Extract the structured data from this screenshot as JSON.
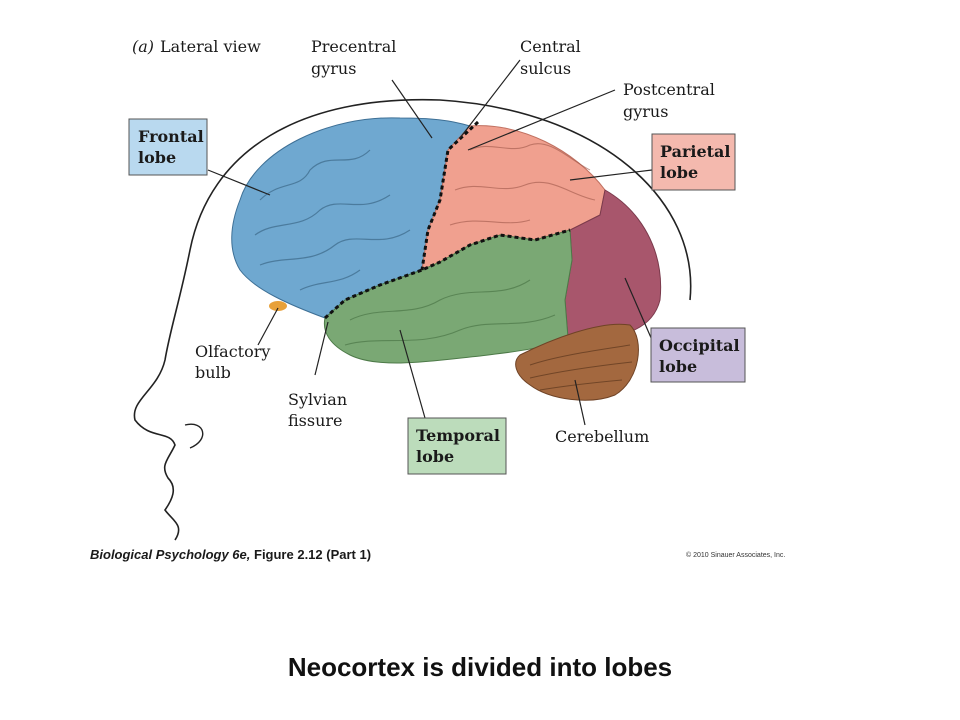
{
  "figure": {
    "panel_label": "(a)",
    "view_label": "Lateral view",
    "credit_italic": "Biological Psychology 6e,",
    "credit_plain": " Figure 2.12 (Part 1)",
    "copyright": "© 2010 Sinauer Associates, Inc."
  },
  "labels": {
    "precentral": [
      "Precentral",
      "gyrus"
    ],
    "central": [
      "Central",
      "sulcus"
    ],
    "postcentral": [
      "Postcentral",
      "gyrus"
    ],
    "olfactory": [
      "Olfactory",
      "bulb"
    ],
    "sylvian": [
      "Sylvian",
      "fissure"
    ],
    "cerebellum": "Cerebellum"
  },
  "lobes": {
    "frontal": {
      "lines": [
        "Frontal",
        "lobe"
      ],
      "color": "#b9d9ef",
      "fill": "#6fa8d0"
    },
    "parietal": {
      "lines": [
        "Parietal",
        "lobe"
      ],
      "color": "#f4b9ae",
      "fill": "#f0a08f"
    },
    "occipital": {
      "lines": [
        "Occipital",
        "lobe"
      ],
      "color": "#c8bddb",
      "fill": "#a8566c"
    },
    "temporal": {
      "lines": [
        "Temporal",
        "lobe"
      ],
      "color": "#bcdcbb",
      "fill": "#7aa874"
    },
    "cerebellum_fill": "#a3683f"
  },
  "slide": {
    "title": "Neocortex is divided into lobes"
  }
}
